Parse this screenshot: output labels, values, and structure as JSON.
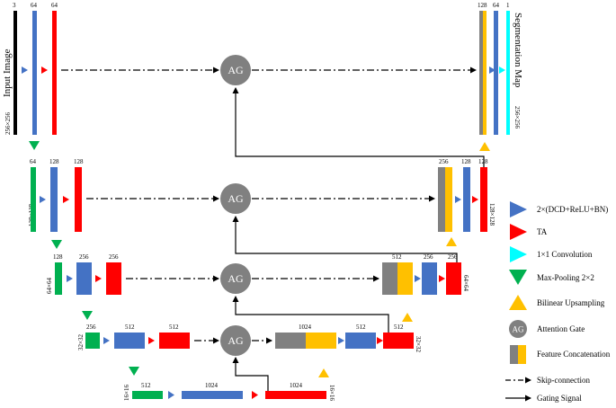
{
  "colors": {
    "blue": "#4472c4",
    "red": "#ff0000",
    "cyan": "#00ffff",
    "green": "#00b050",
    "orange": "#ffc000",
    "gray": "#808080",
    "black": "#000000"
  },
  "labels": {
    "input": "Input Image",
    "output": "Segmentation Map",
    "ag": "AG"
  },
  "channels": {
    "c3": "3",
    "c64": "64",
    "c128": "128",
    "c256": "256",
    "c512": "512",
    "c1024": "1024",
    "c1": "1"
  },
  "sizes": {
    "s256": "256×256",
    "s128": "128×128",
    "s64": "64×64",
    "s32": "32×32",
    "s16": "16×16"
  },
  "legend": [
    {
      "icon": "blue-triangle-right",
      "label": "2×(DCD+ReLU+BN)"
    },
    {
      "icon": "red-triangle-right",
      "label": "TA"
    },
    {
      "icon": "cyan-triangle-right",
      "label": "1×1 Convolution"
    },
    {
      "icon": "green-triangle-down",
      "label": "Max-Pooling 2×2"
    },
    {
      "icon": "orange-triangle-up",
      "label": "Bilinear Upsampling"
    },
    {
      "icon": "gray-circle",
      "label": "Attention Gate",
      "symbol": "AG"
    },
    {
      "icon": "gray-orange-block",
      "label": "Feature Concatenation"
    },
    {
      "icon": "dash-dot-arrow",
      "label": "Skip-connection"
    },
    {
      "icon": "solid-arrow",
      "label": "Gating Signal"
    }
  ]
}
